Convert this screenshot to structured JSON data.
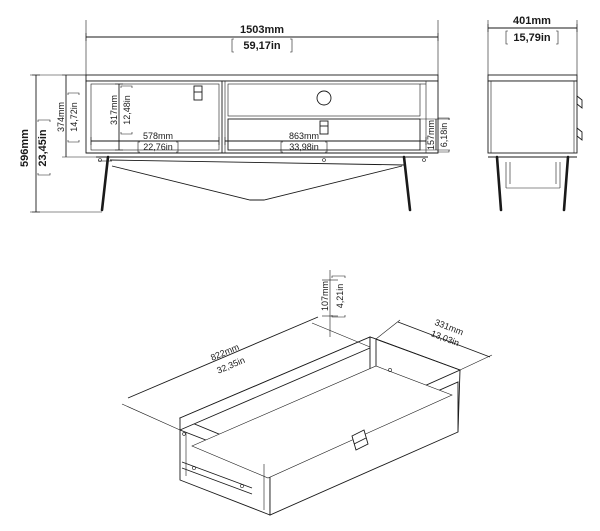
{
  "front": {
    "width_mm": "1503mm",
    "width_in": "59,17in",
    "height_mm": "596mm",
    "height_in": "23,45in",
    "body_h_mm": "374mm",
    "body_h_in": "14,72in",
    "door_h_mm": "317mm",
    "door_h_in": "12,48in",
    "door_w_mm": "578mm",
    "door_w_in": "22,76in",
    "right_w_mm": "863mm",
    "right_w_in": "33,98in",
    "drawer_h_mm": "157mm",
    "drawer_h_in": "6,18in"
  },
  "side": {
    "depth_mm": "401mm",
    "depth_in": "15,79in"
  },
  "drawer": {
    "length_mm": "822mm",
    "length_in": "32,35in",
    "height_mm": "107mm",
    "height_in": "4,21in",
    "depth_mm": "331mm",
    "depth_in": "13,03in"
  }
}
